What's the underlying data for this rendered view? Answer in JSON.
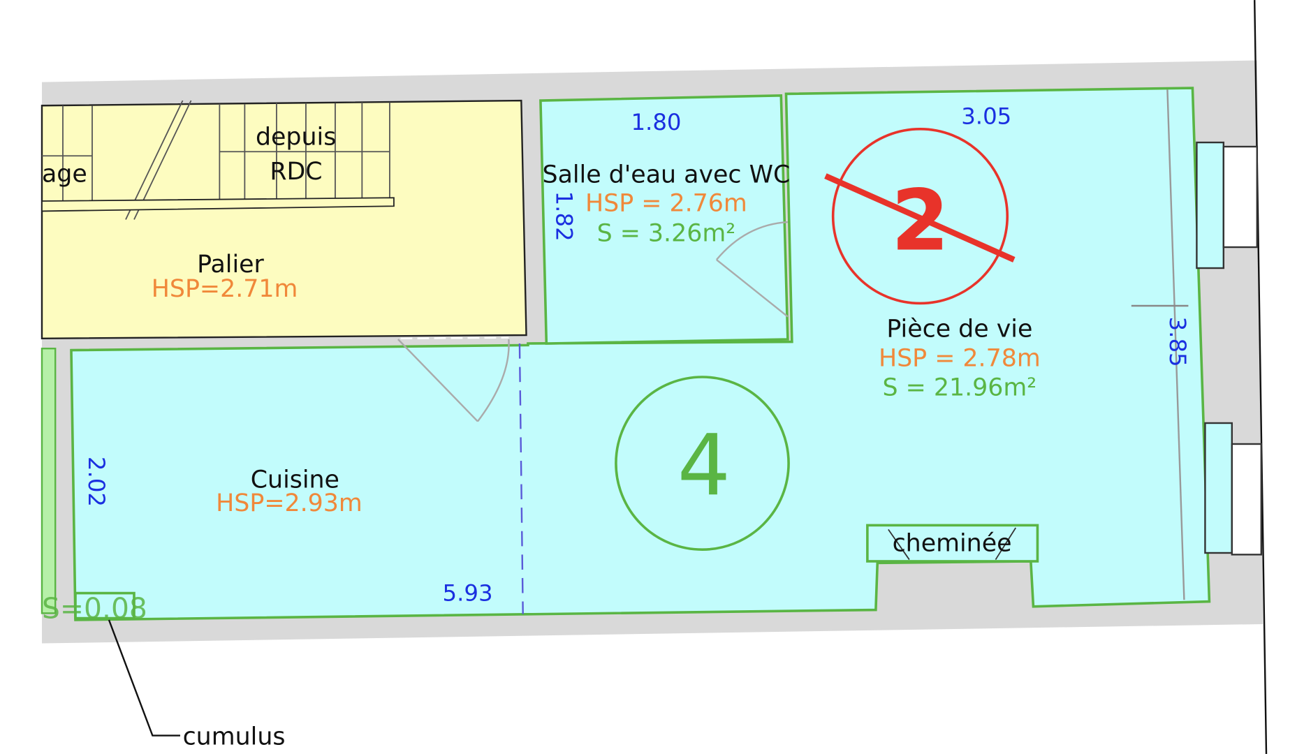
{
  "colors": {
    "wall": "#d9d9d9",
    "landing": "#fdfcc0",
    "room": "#c2fcfc",
    "room_outline": "#5ab544",
    "dimension": "#1a2fe0",
    "height_text": "#f0883a",
    "area_text": "#5ab544",
    "crossed_marker": "#e8332a"
  },
  "stairs": {
    "label_partial": "age",
    "label_from_line1": "depuis",
    "label_from_line2": "RDC"
  },
  "rooms": {
    "palier": {
      "name": "Palier",
      "hsp": "HSP=2.71m"
    },
    "salle_eau": {
      "name": "Salle d'eau avec WC",
      "hsp": "HSP = 2.76m",
      "area": "S = 3.26m²",
      "dim_width": "1.80",
      "dim_depth": "1.82"
    },
    "piece_vie": {
      "name": "Pièce de vie",
      "hsp": "HSP = 2.78m",
      "area": "S = 21.96m²",
      "dim_width": "3.05",
      "dim_depth": "3.85"
    },
    "cuisine": {
      "name": "Cuisine",
      "hsp": "HSP=2.93m",
      "dim_depth": "2.02",
      "dim_length": "5.93"
    },
    "left_strip": {
      "area": "S=0.08"
    }
  },
  "markers": {
    "crossed": "2",
    "circled": "4"
  },
  "fixtures": {
    "fireplace": "cheminée",
    "water_heater": "cumulus"
  }
}
